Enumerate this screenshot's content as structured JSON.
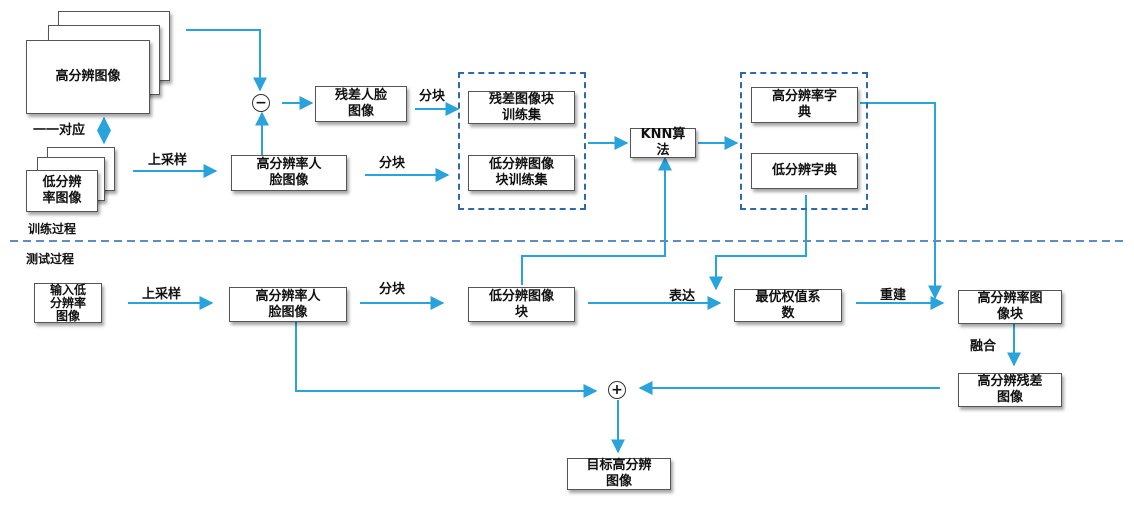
{
  "sections": {
    "training": "训练过程",
    "testing": "测试过程"
  },
  "boxes": {
    "hr_image": "高分辨图像",
    "lr_image": "低分辨\n率图像",
    "residual_face": "残差人脸\n图像",
    "hr_face_train": "高分辨率人\n脸图像",
    "residual_train_set": "残差图像块\n训练集",
    "lr_train_set": "低分辨图像\n块训练集",
    "knn": "KNN算\n法",
    "hr_dict": "高分辨率字\n典",
    "lr_dict": "低分辨字典",
    "input_lr": "输入低\n分辨率\n图像",
    "hr_face_test": "高分辨率人\n脸图像",
    "lr_patch": "低分辨图像\n块",
    "optimal_weights": "最优权值系\n数",
    "hr_patch": "高分辨率图\n像块",
    "hr_residual": "高分辨残差\n图像",
    "target_hr": "目标高分辨\n图像"
  },
  "labels": {
    "correspondence": "一一对应",
    "upsample_train": "上采样",
    "patch_top": "分块",
    "patch_mid": "分块",
    "upsample_test": "上采样",
    "patch_test": "分块",
    "represent": "表达",
    "reconstruct": "重建",
    "fuse": "融合"
  },
  "operators": {
    "subtract": "−",
    "add": "+"
  },
  "colors": {
    "arrow": "#29a3dc",
    "divider": "#5b8ec2",
    "group_border": "#2f6aa8"
  }
}
